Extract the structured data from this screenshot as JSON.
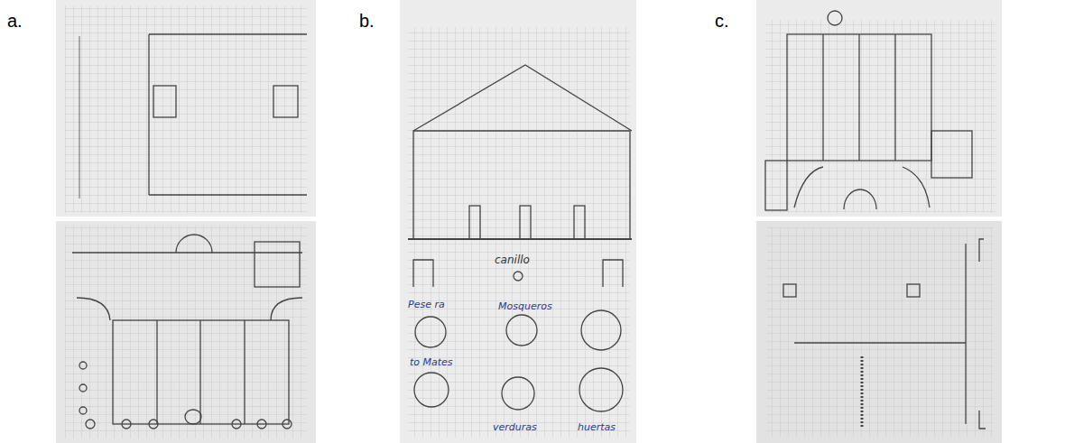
{
  "diagram": {
    "labels": [
      "a.",
      "b.",
      "c.",
      "canillo",
      "Pese ra",
      "Mosqueros",
      "to Mates",
      "verduras",
      "huertas"
    ]
  }
}
